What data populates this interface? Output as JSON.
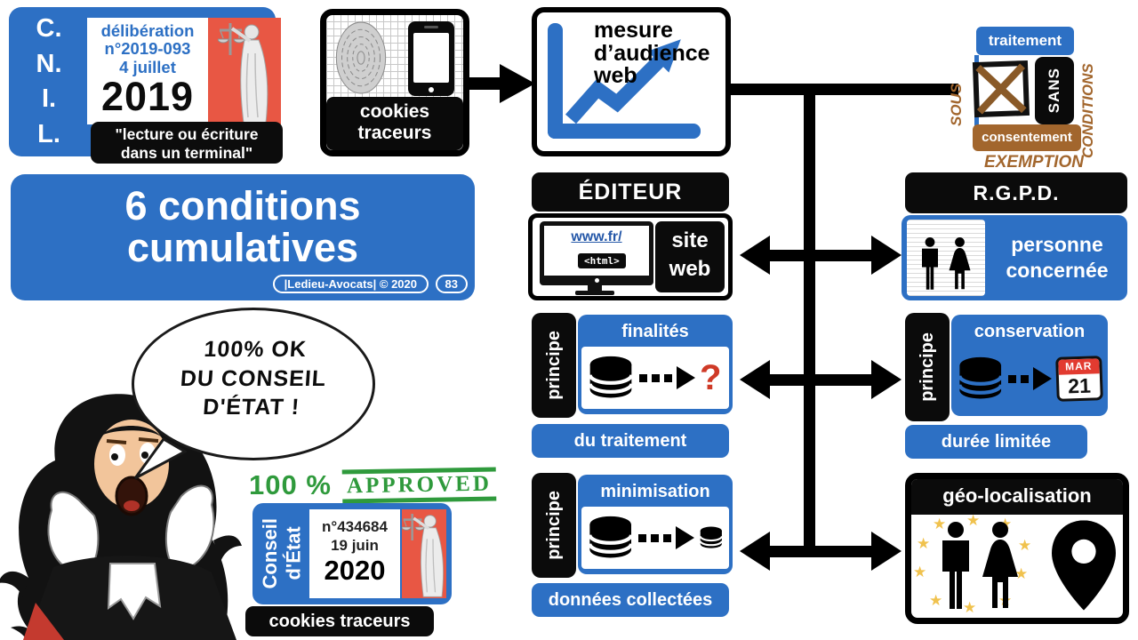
{
  "colors": {
    "blue": "#2d70c4",
    "red": "#e85744",
    "brown": "#a2662d",
    "green": "#2f9a3c",
    "gold": "#f0c24e",
    "qred": "#cf3a27",
    "calred": "#e23b30"
  },
  "cnil": {
    "letters": [
      "C.",
      "N.",
      "I.",
      "L."
    ],
    "line1": "délibération",
    "line2": "n°2019-093",
    "line3": "4 juillet",
    "year": "2019",
    "caption1": "\"lecture ou écriture",
    "caption2": "dans un terminal\""
  },
  "cookies": {
    "line1": "cookies",
    "line2": "traceurs"
  },
  "mesure": {
    "line1": "mesure",
    "line2": "d’audience",
    "line3": "web"
  },
  "exemption": {
    "traitement": "traitement",
    "sans": "SANS",
    "consentement": "consentement",
    "sous": "SOUS",
    "conditions": "CONDITIONS",
    "exemption": "EXEMPTION"
  },
  "conditions": {
    "line1": "6 conditions",
    "line2": "cumulatives",
    "credit": "|Ledieu-Avocats| © 2020",
    "page": "83"
  },
  "speech": {
    "line1": "100% OK",
    "line2": "DU CONSEIL",
    "line3": "D'ÉTAT !"
  },
  "stamp": {
    "percent": "100 %",
    "approved": "APPROVED"
  },
  "conseil": {
    "v1": "Conseil",
    "v2": "d'État",
    "ref": "n°434684",
    "date": "19 juin",
    "year": "2020",
    "caption": "cookies traceurs"
  },
  "editeur": {
    "header": "ÉDITEUR",
    "url": "www.fr/",
    "html": "<html>",
    "line1": "site",
    "line2": "web"
  },
  "rgpd": {
    "header": "R.G.P.D.",
    "line1": "personne",
    "line2": "concernée"
  },
  "finalites": {
    "principe": "principe",
    "header": "finalités",
    "q": "?",
    "footer": "du traitement"
  },
  "minimisation": {
    "principe": "principe",
    "header": "minimisation",
    "footer": "données collectées"
  },
  "conservation": {
    "principe": "principe",
    "header": "conservation",
    "month": "MAR",
    "day": "21",
    "footer": "durée limitée"
  },
  "geo": {
    "header": "géo-localisation"
  }
}
